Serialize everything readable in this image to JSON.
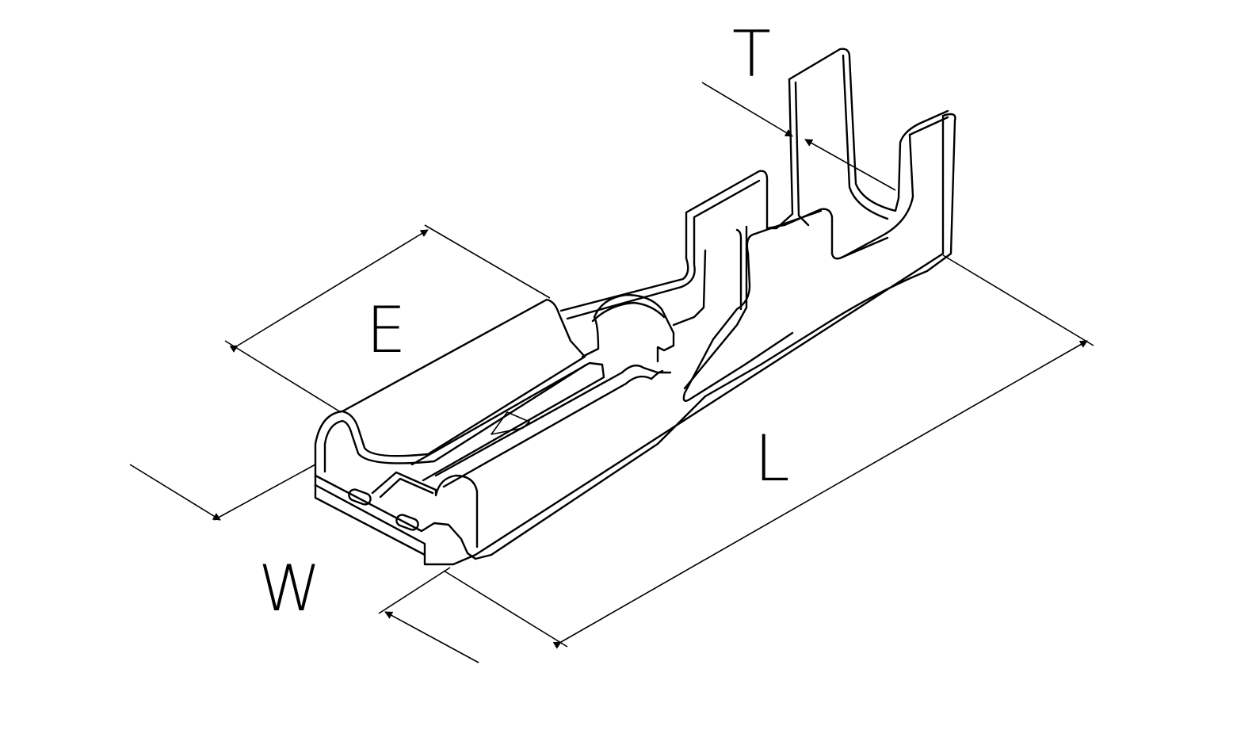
{
  "diagram": {
    "subject": "crimp-terminal",
    "line_color": "#000000",
    "background": "#ffffff",
    "dimensions": {
      "E": "E",
      "T": "T",
      "L": "L",
      "W": "W"
    }
  }
}
